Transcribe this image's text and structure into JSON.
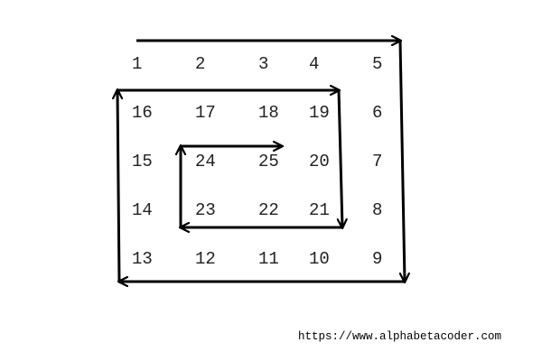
{
  "matrix": {
    "rows": [
      [
        "1",
        "2",
        "3",
        "4",
        "5"
      ],
      [
        "16",
        "17",
        "18",
        "19",
        "6"
      ],
      [
        "15",
        "24",
        "25",
        "20",
        "7"
      ],
      [
        "14",
        "23",
        "22",
        "21",
        "8"
      ],
      [
        "13",
        "12",
        "11",
        "10",
        "9"
      ]
    ]
  },
  "spiral_path": {
    "description_order": [
      "1",
      "2",
      "3",
      "4",
      "5",
      "6",
      "7",
      "8",
      "9",
      "10",
      "11",
      "12",
      "13",
      "14",
      "15",
      "16",
      "17",
      "18",
      "19",
      "20",
      "21",
      "22",
      "23",
      "24",
      "25"
    ],
    "stroke_color": "#000000"
  },
  "footer": {
    "url": "https://www.alphabetacoder.com"
  }
}
